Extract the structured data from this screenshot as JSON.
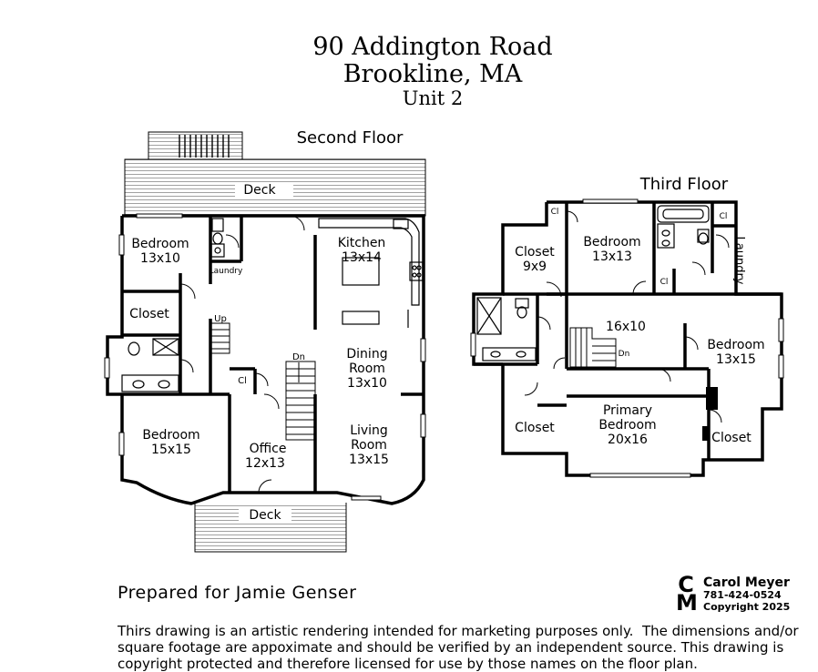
{
  "header": {
    "address_line": "90 Addington Road",
    "city_line": "Brookline, MA",
    "unit_line": "Unit 2"
  },
  "second_floor": {
    "label": "Second Floor",
    "deck_top": "Deck",
    "deck_bottom": "Deck",
    "bedroom_nw": {
      "name": "Bedroom",
      "size": "13x10"
    },
    "laundry": "Laundry",
    "closet": "Closet",
    "kitchen": {
      "name": "Kitchen",
      "size": "13x14"
    },
    "up": "Up",
    "dn": "Dn",
    "cl": "Cl",
    "dining": {
      "line1": "Dining",
      "line2": "Room",
      "size": "13x10"
    },
    "living": {
      "line1": "Living",
      "line2": "Room",
      "size": "13x15"
    },
    "bedroom_sw": {
      "name": "Bedroom",
      "size": "15x15"
    },
    "office": {
      "name": "Office",
      "size": "12x13"
    }
  },
  "third_floor": {
    "label": "Third Floor",
    "closet_top": {
      "name": "Closet",
      "size": "9x9"
    },
    "bedroom_top": {
      "name": "Bedroom",
      "size": "13x13"
    },
    "cl_a": "Cl",
    "cl_b": "Cl",
    "cl_c": "Cl",
    "laundry": "Laundry",
    "hall": "16x10",
    "dn": "Dn",
    "bedroom_east": {
      "name": "Bedroom",
      "size": "13x15"
    },
    "primary": {
      "line1": "Primary",
      "line2": "Bedroom",
      "size": "20x16"
    },
    "closet_sw": "Closet",
    "closet_se": "Closet"
  },
  "footer": {
    "prepared_for": "Prepared for Jamie Genser",
    "disclaimer_1": "Thirs drawing is an artistic rendering intended for marketing purposes only.  The dimensions and/or",
    "disclaimer_2": "square footage are appoximate and should be verified by an independent source. This drawing is",
    "disclaimer_3": "copyright protected and therefore licensed for use by those names on the floor plan."
  },
  "credit": {
    "logo_top": "C",
    "logo_bottom": "M",
    "name": "Carol Meyer",
    "phone": "781-424-0524",
    "copyright": "Copyright 2025"
  }
}
